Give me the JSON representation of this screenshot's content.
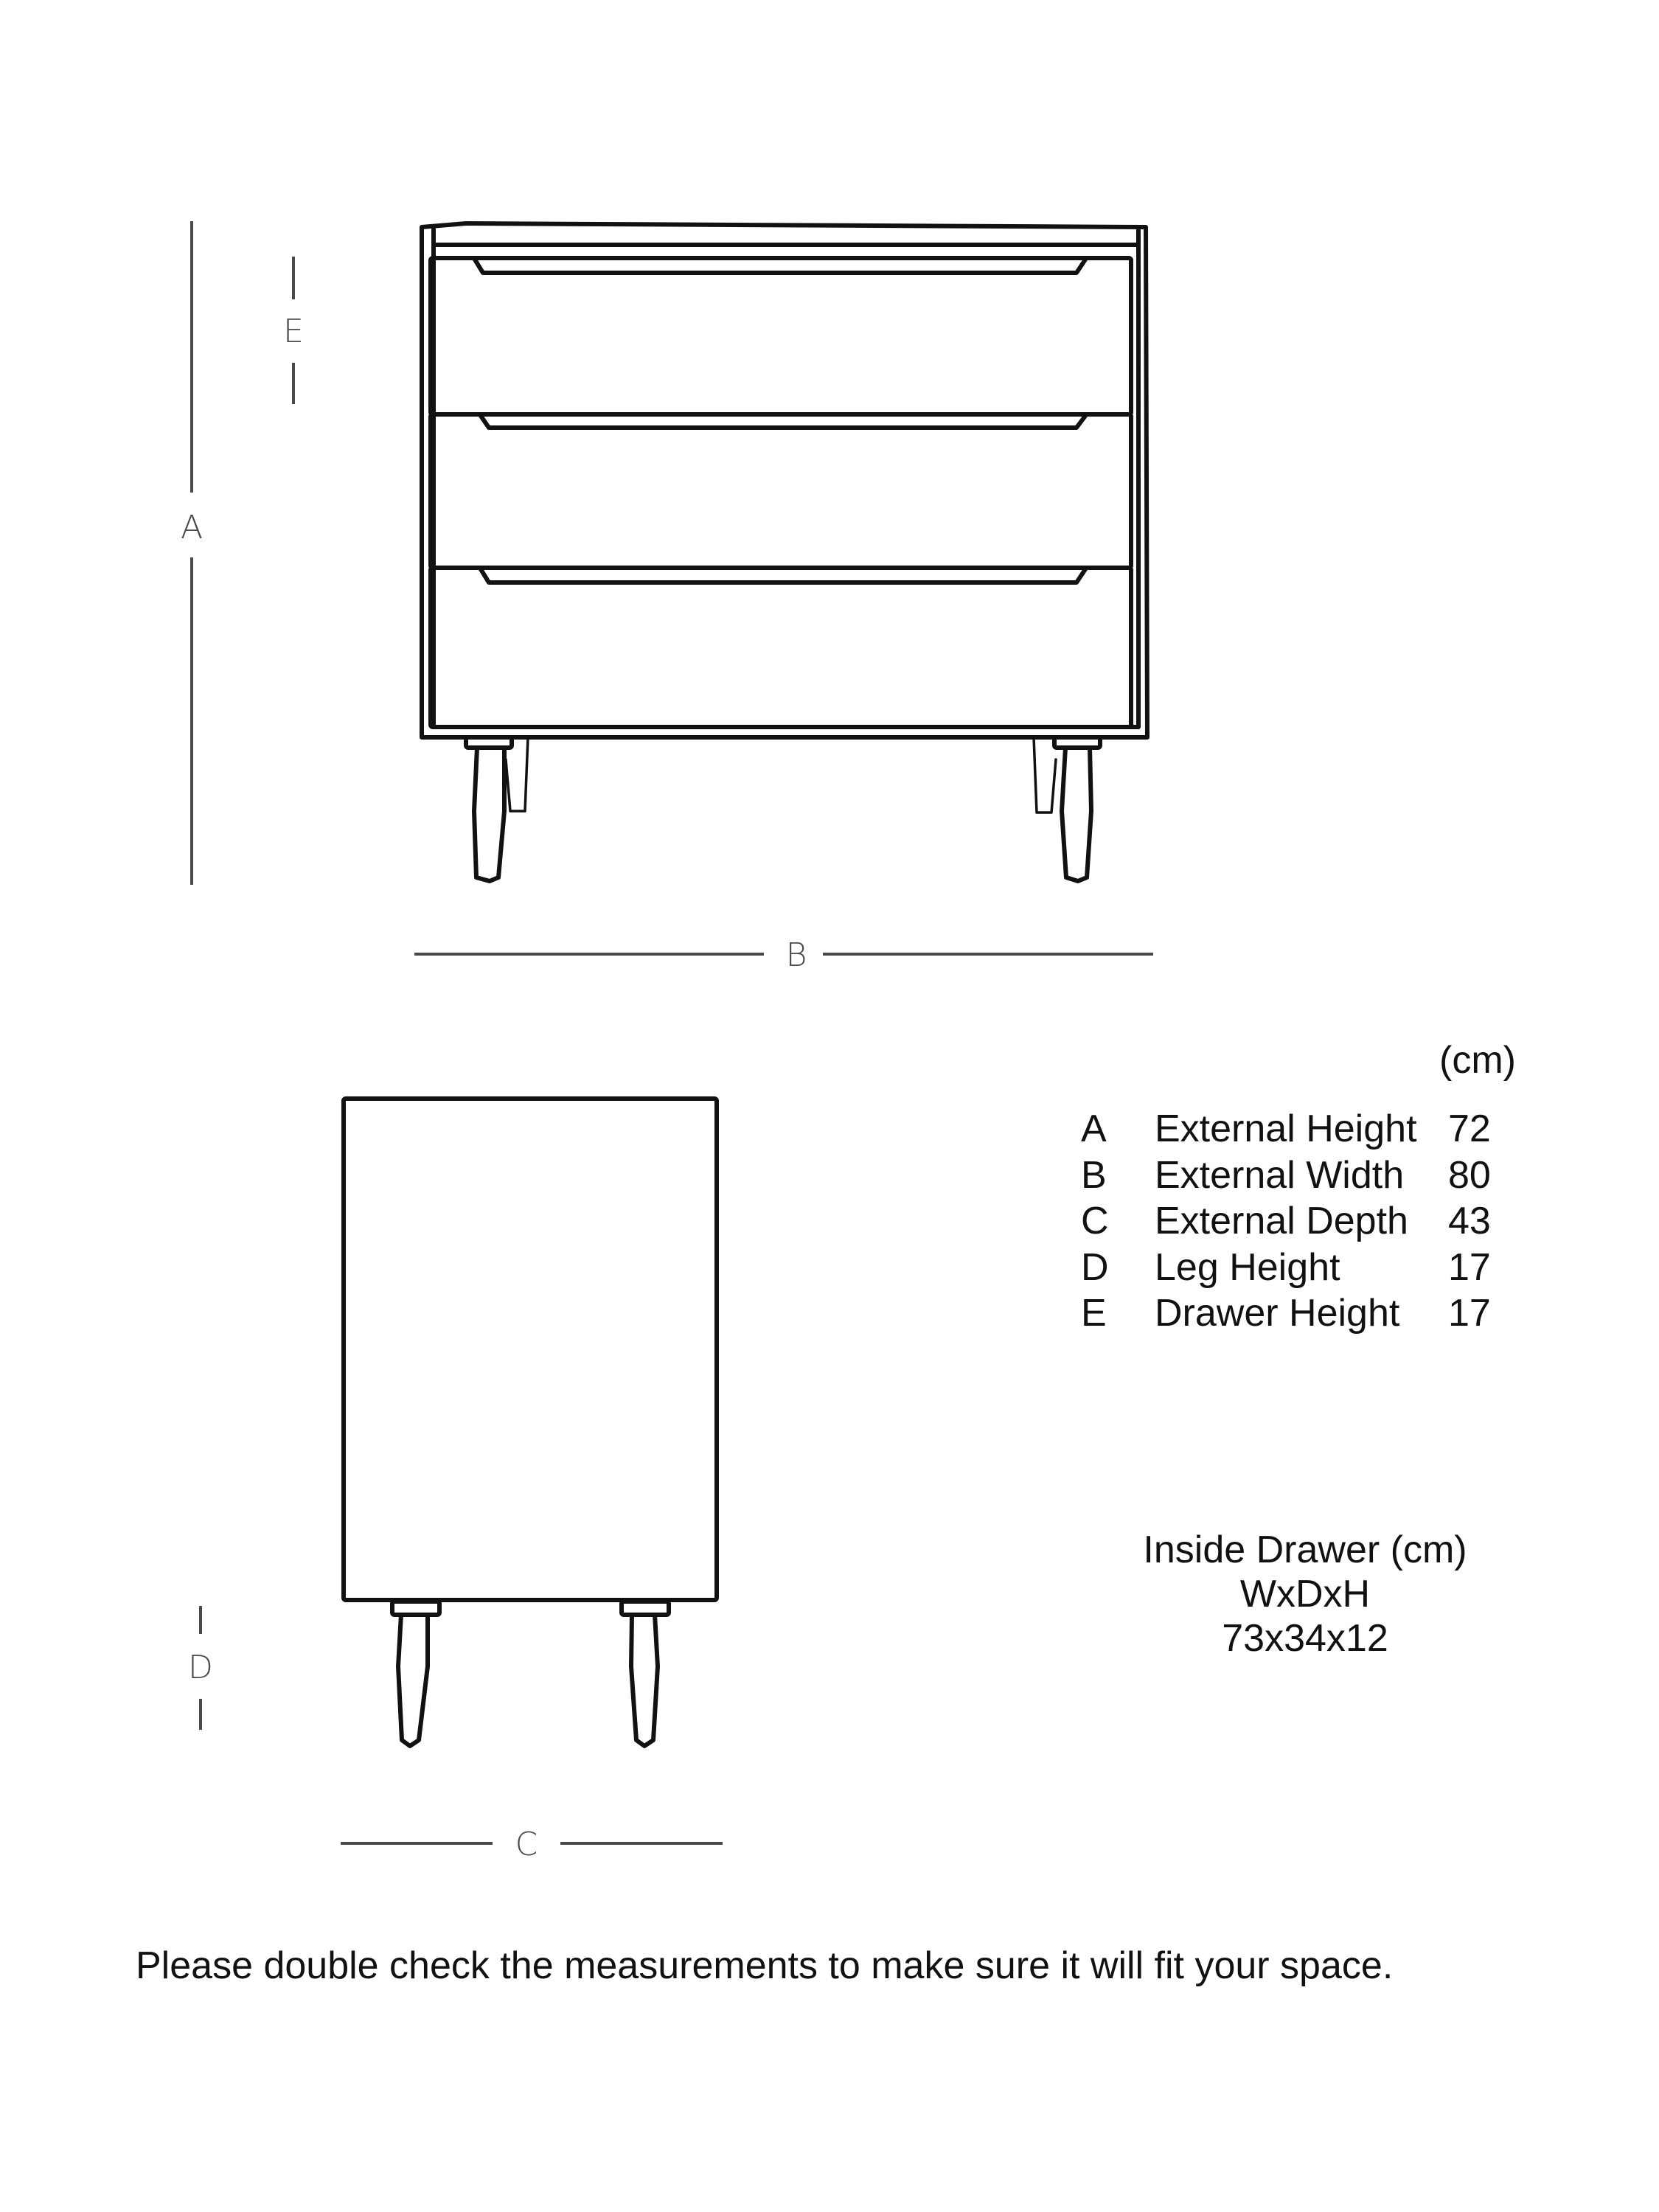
{
  "drawing": {
    "title": "Chest of drawers dimension diagram",
    "front_view": {
      "drawer_count": 3,
      "leg_count_visible": 4
    },
    "side_view": {
      "leg_count_visible": 2
    },
    "line_color": "#111111",
    "dimension_line_color": "#4a4a4a"
  },
  "dimension_labels": {
    "A": "A",
    "B": "B",
    "C": "C",
    "D": "D",
    "E": "E"
  },
  "specs": {
    "unit": "(cm)",
    "rows": [
      {
        "letter": "A",
        "name": "External Height",
        "value": "72"
      },
      {
        "letter": "B",
        "name": "External Width",
        "value": "80"
      },
      {
        "letter": "C",
        "name": "External Depth",
        "value": "43"
      },
      {
        "letter": "D",
        "name": "Leg Height",
        "value": "17"
      },
      {
        "letter": "E",
        "name": "Drawer Height",
        "value": "17"
      }
    ]
  },
  "inside_drawer": {
    "title": "Inside Drawer (cm)",
    "format": "WxDxH",
    "values": "73x34x12"
  },
  "footer": {
    "note": "Please double check the measurements to make sure it will fit your space."
  }
}
